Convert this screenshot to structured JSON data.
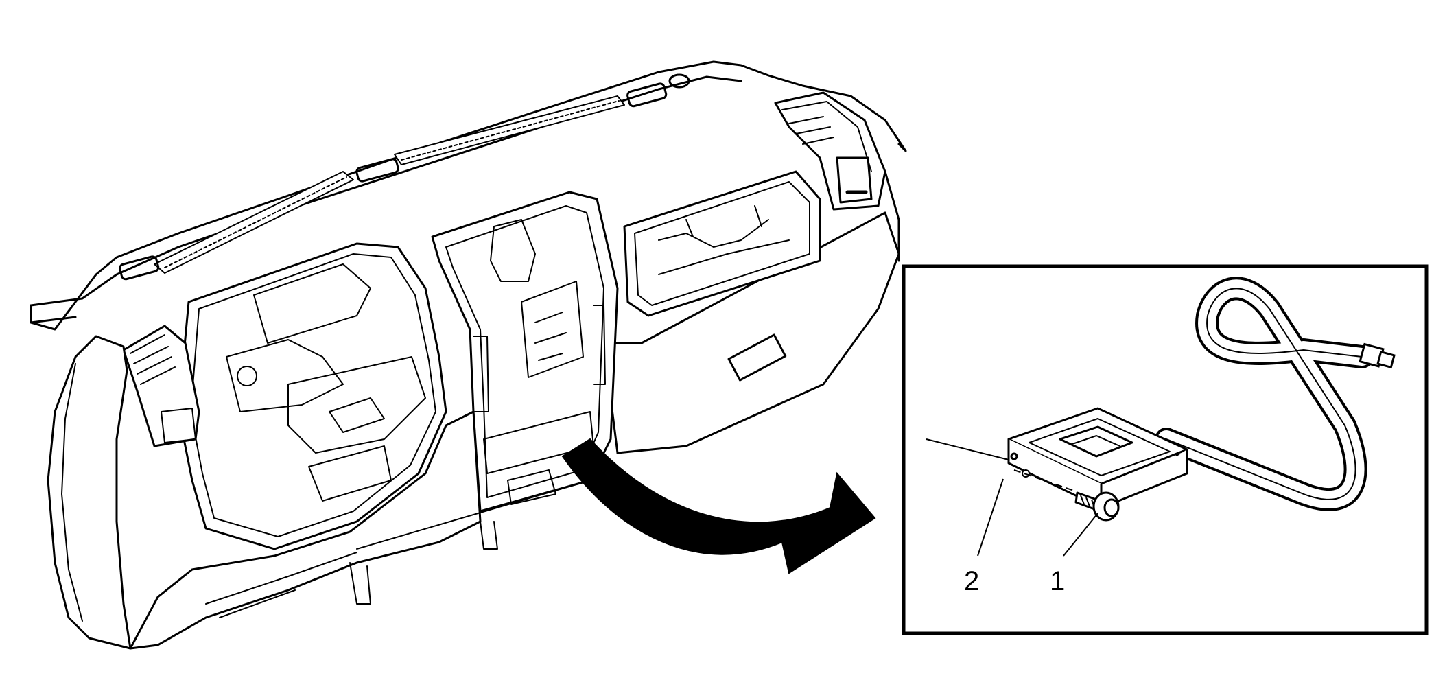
{
  "callouts": [
    {
      "id": "1",
      "label": "1"
    },
    {
      "id": "2",
      "label": "2"
    }
  ],
  "colors": {
    "line": "#000000",
    "background": "#ffffff",
    "arrow": "#000000"
  }
}
